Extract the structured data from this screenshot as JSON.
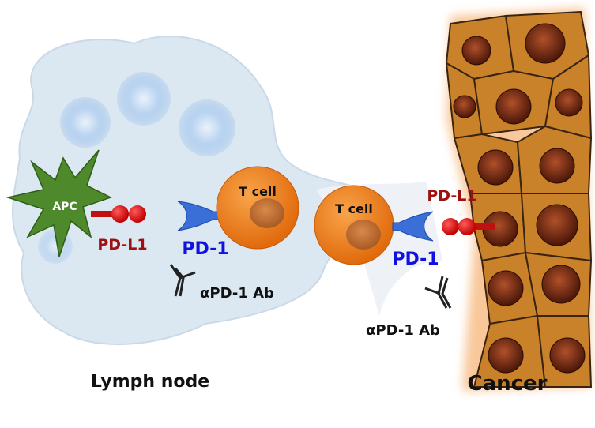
{
  "labels": {
    "apc": "APC",
    "pdl1_left": "PD-L1",
    "pd1_left": "PD-1",
    "ab_left": "αPD-1 Ab",
    "tcell_left": "T cell",
    "tcell_right": "T cell",
    "pdl1_right": "PD-L1",
    "pd1_right": "PD-1",
    "ab_right": "αPD-1 Ab",
    "lymph_node": "Lymph node",
    "cancer": "Cancer"
  },
  "colors": {
    "lymph_node": "#dbe8f2",
    "apc": "#4e8a2c",
    "pdl1": "#a01010",
    "pd1": "#1010e0",
    "tcell": "#f07f1c",
    "cancer_cell": "#c9822a",
    "cancer_nucleus": "#7a2c14"
  }
}
